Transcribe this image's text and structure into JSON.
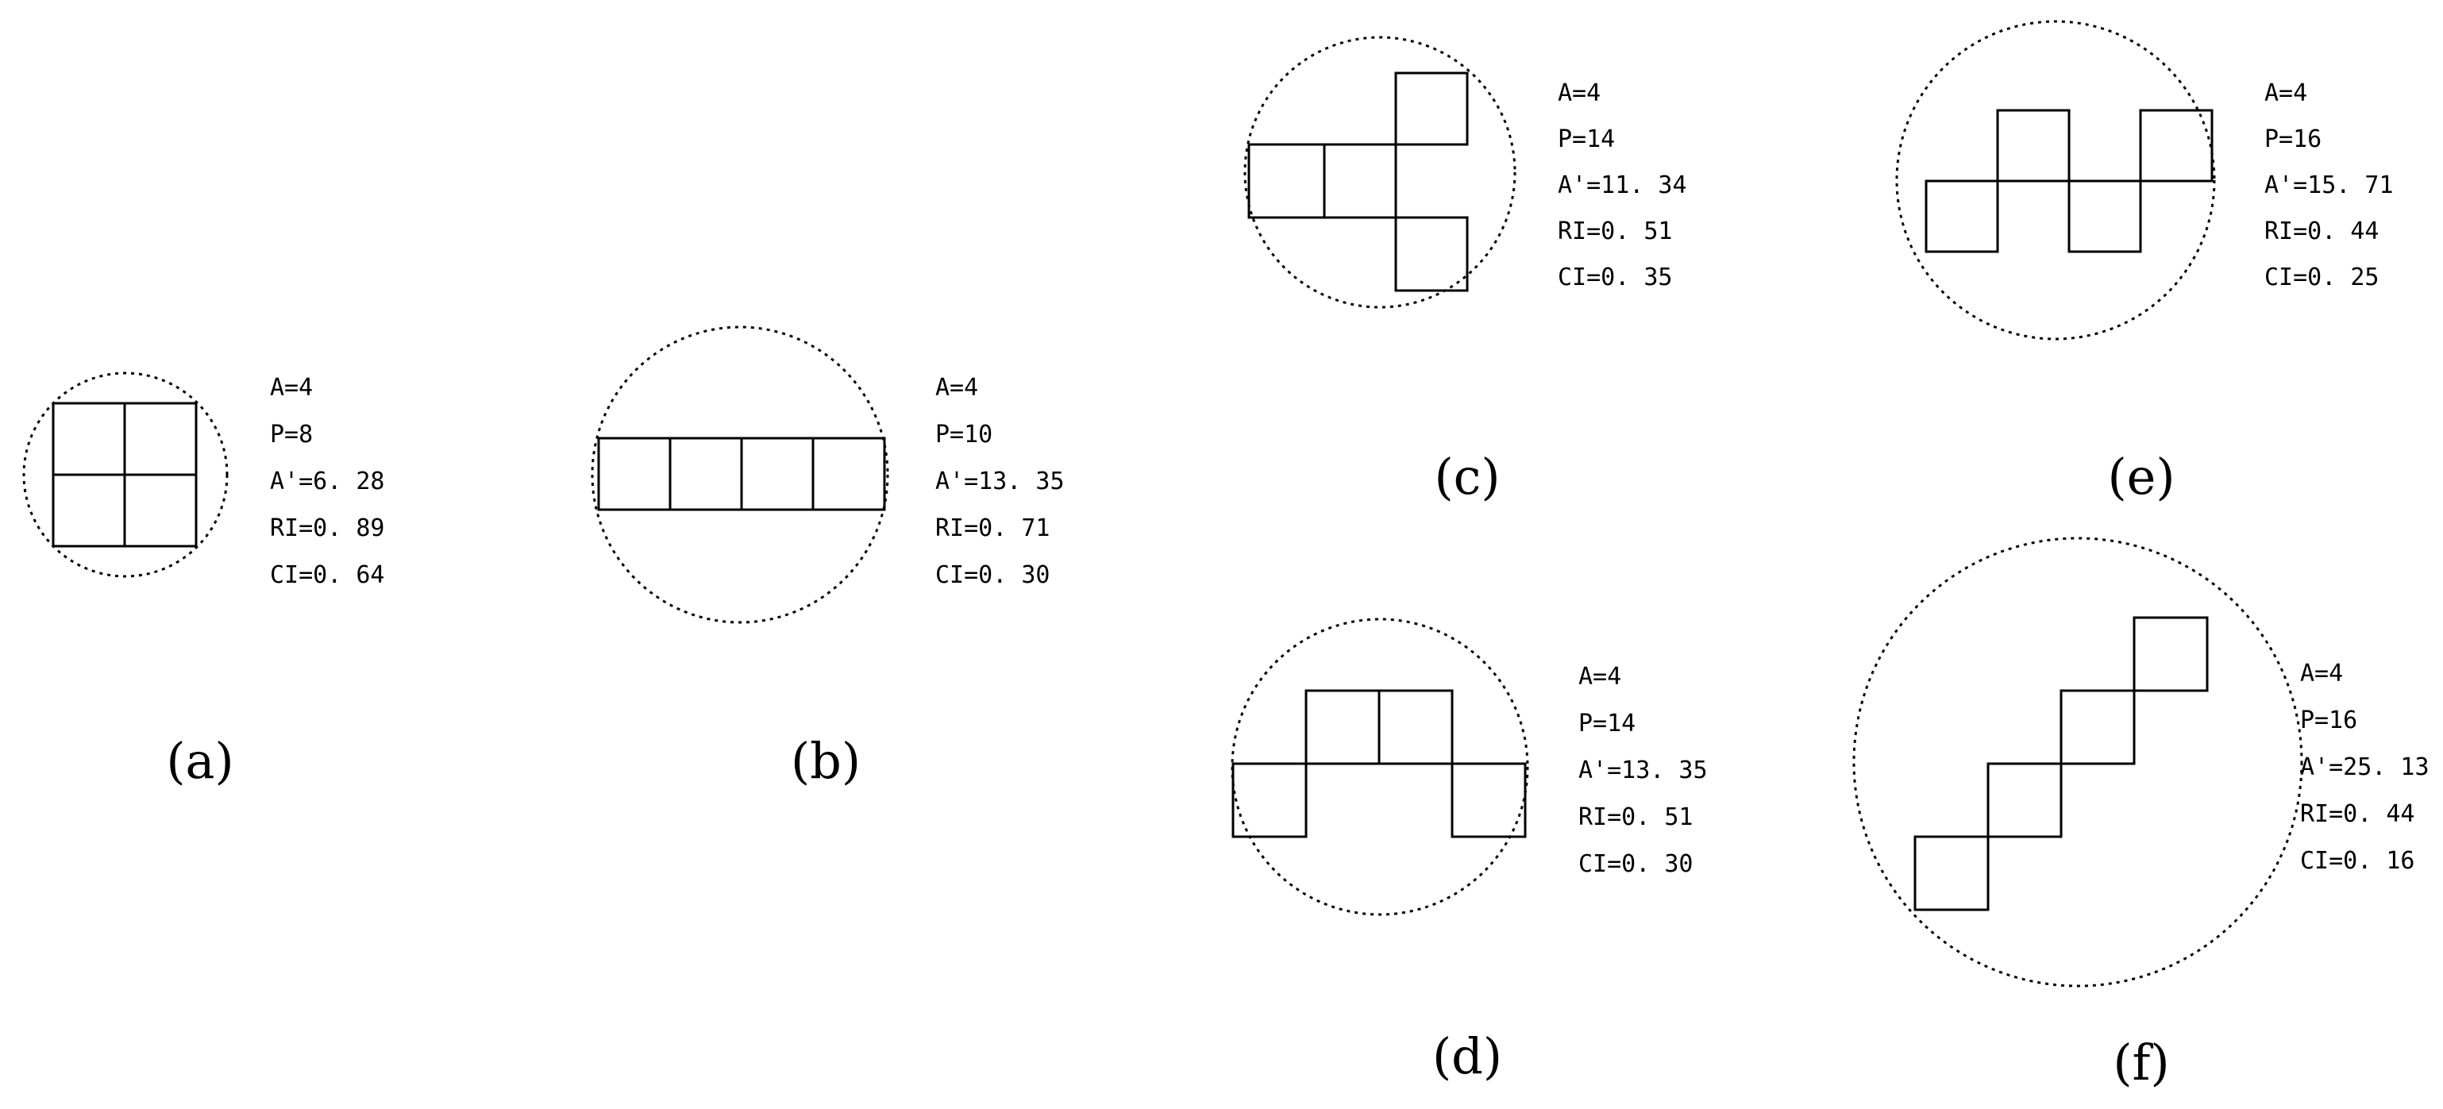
{
  "panels": [
    {
      "id": "a",
      "label": "(a)",
      "metrics": [
        "A=4",
        "P=8",
        "A'=6. 28",
        "RI=0. 89",
        "CI=0. 64"
      ]
    },
    {
      "id": "b",
      "label": "(b)",
      "metrics": [
        "A=4",
        "P=10",
        "A'=13. 35",
        "RI=0. 71",
        "CI=0. 30"
      ]
    },
    {
      "id": "c",
      "label": "(c)",
      "metrics": [
        "A=4",
        "P=14",
        "A'=11. 34",
        "RI=0. 51",
        "CI=0. 35"
      ]
    },
    {
      "id": "d",
      "label": "(d)",
      "metrics": [
        "A=4",
        "P=14",
        "A'=13. 35",
        "RI=0. 51",
        "CI=0. 30"
      ]
    },
    {
      "id": "e",
      "label": "(e)",
      "metrics": [
        "A=4",
        "P=16",
        "A'=15. 71",
        "RI=0. 44",
        "CI=0. 25"
      ]
    },
    {
      "id": "f",
      "label": "(f)",
      "metrics": [
        "A=4",
        "P=16",
        "A'=25. 13",
        "RI=0. 44",
        "CI=0. 16"
      ]
    }
  ]
}
